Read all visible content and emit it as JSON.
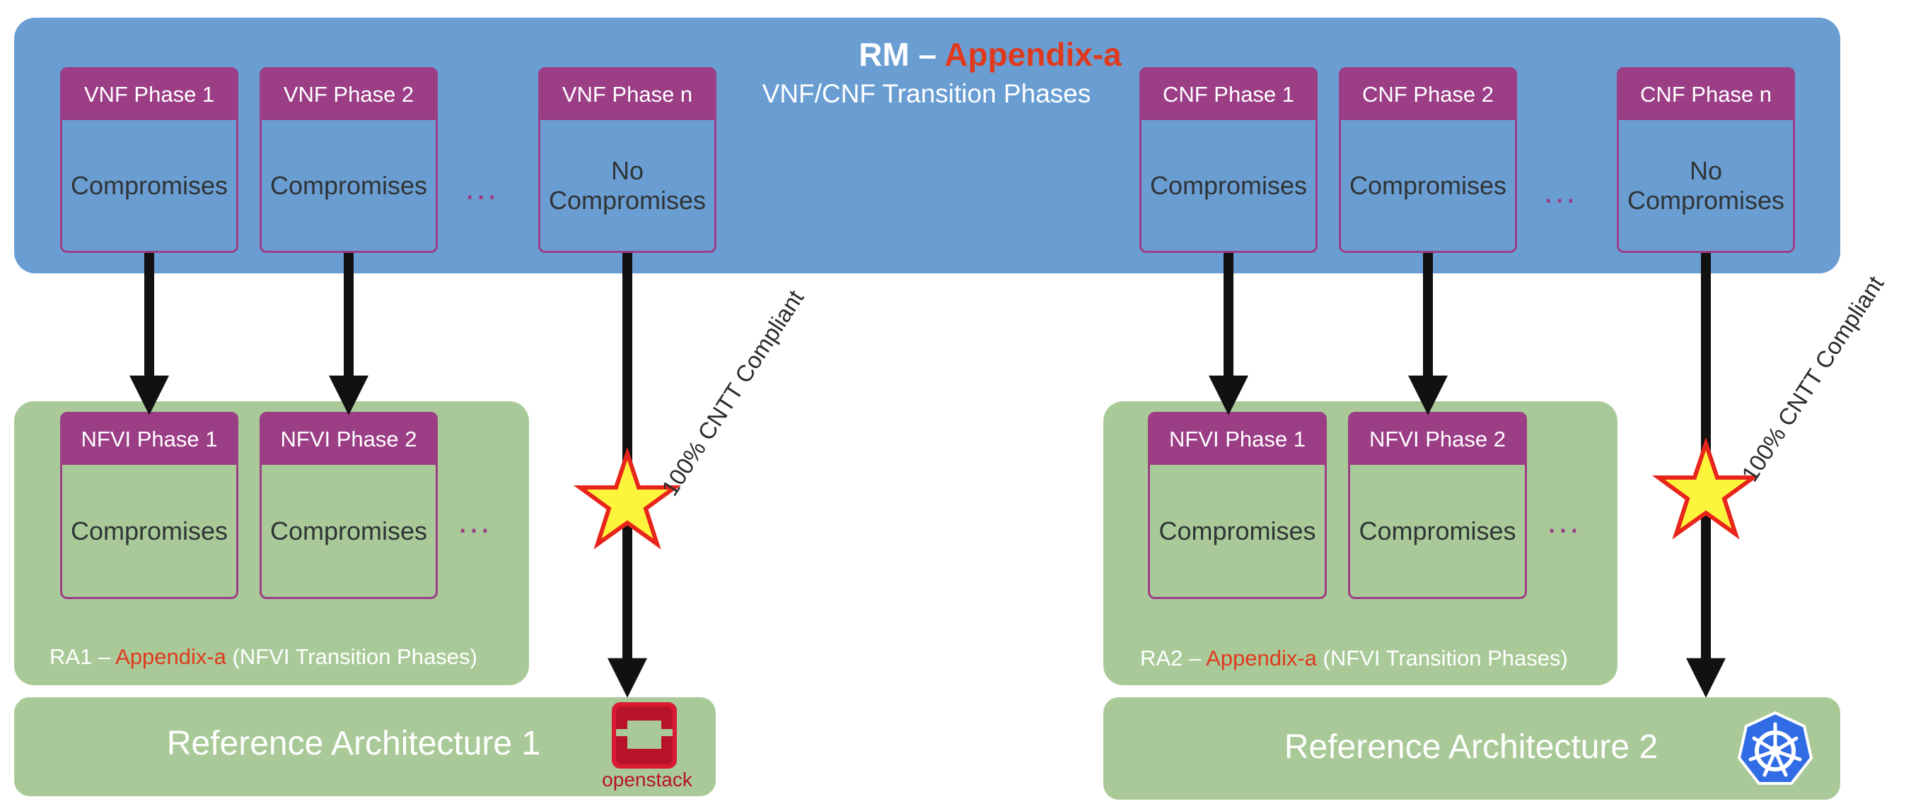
{
  "rm": {
    "title_prefix": "RM –",
    "title_accent": "Appendix-a",
    "subtitle": "VNF/CNF Transition Phases",
    "vnf_phases": [
      {
        "label": "VNF Phase 1",
        "body": "Compromises"
      },
      {
        "label": "VNF Phase 2",
        "body": "Compromises"
      },
      {
        "label": "VNF Phase n",
        "body": "No Compromises"
      }
    ],
    "cnf_phases": [
      {
        "label": "CNF Phase 1",
        "body": "Compromises"
      },
      {
        "label": "CNF Phase 2",
        "body": "Compromises"
      },
      {
        "label": "CNF Phase n",
        "body": "No Compromises"
      }
    ],
    "ellipsis": "…"
  },
  "ra1": {
    "nfvi_phases": [
      {
        "label": "NFVI Phase 1",
        "body": "Compromises"
      },
      {
        "label": "NFVI Phase 2",
        "body": "Compromises"
      }
    ],
    "label_prefix": "RA1 –",
    "label_accent": "Appendix-a",
    "label_suffix": "(NFVI Transition Phases)",
    "ellipsis": "…"
  },
  "ra2": {
    "nfvi_phases": [
      {
        "label": "NFVI Phase 1",
        "body": "Compromises"
      },
      {
        "label": "NFVI Phase 2",
        "body": "Compromises"
      }
    ],
    "label_prefix": "RA2 –",
    "label_accent": "Appendix-a",
    "label_suffix": "(NFVI Transition Phases)",
    "ellipsis": "…"
  },
  "reference": {
    "arch1_title": "Reference Architecture 1",
    "arch2_title": "Reference Architecture 2",
    "openstack_logo_text": "openstack"
  },
  "compliance_label": "100% CNTT Compliant",
  "icons": {
    "openstack": "openstack-logo-icon",
    "kubernetes": "kubernetes-wheel-icon",
    "star": "compliance-star-icon"
  },
  "colors": {
    "rm_panel": "#6a9ed3",
    "green_panel": "#a9ca98",
    "phase_header": "#9b3e86",
    "accent_text": "#e03a1e",
    "star_fill": "#fdf53c",
    "star_stroke": "#e8251b",
    "kubernetes_blue": "#326ce5",
    "openstack_red": "#da1a32"
  }
}
